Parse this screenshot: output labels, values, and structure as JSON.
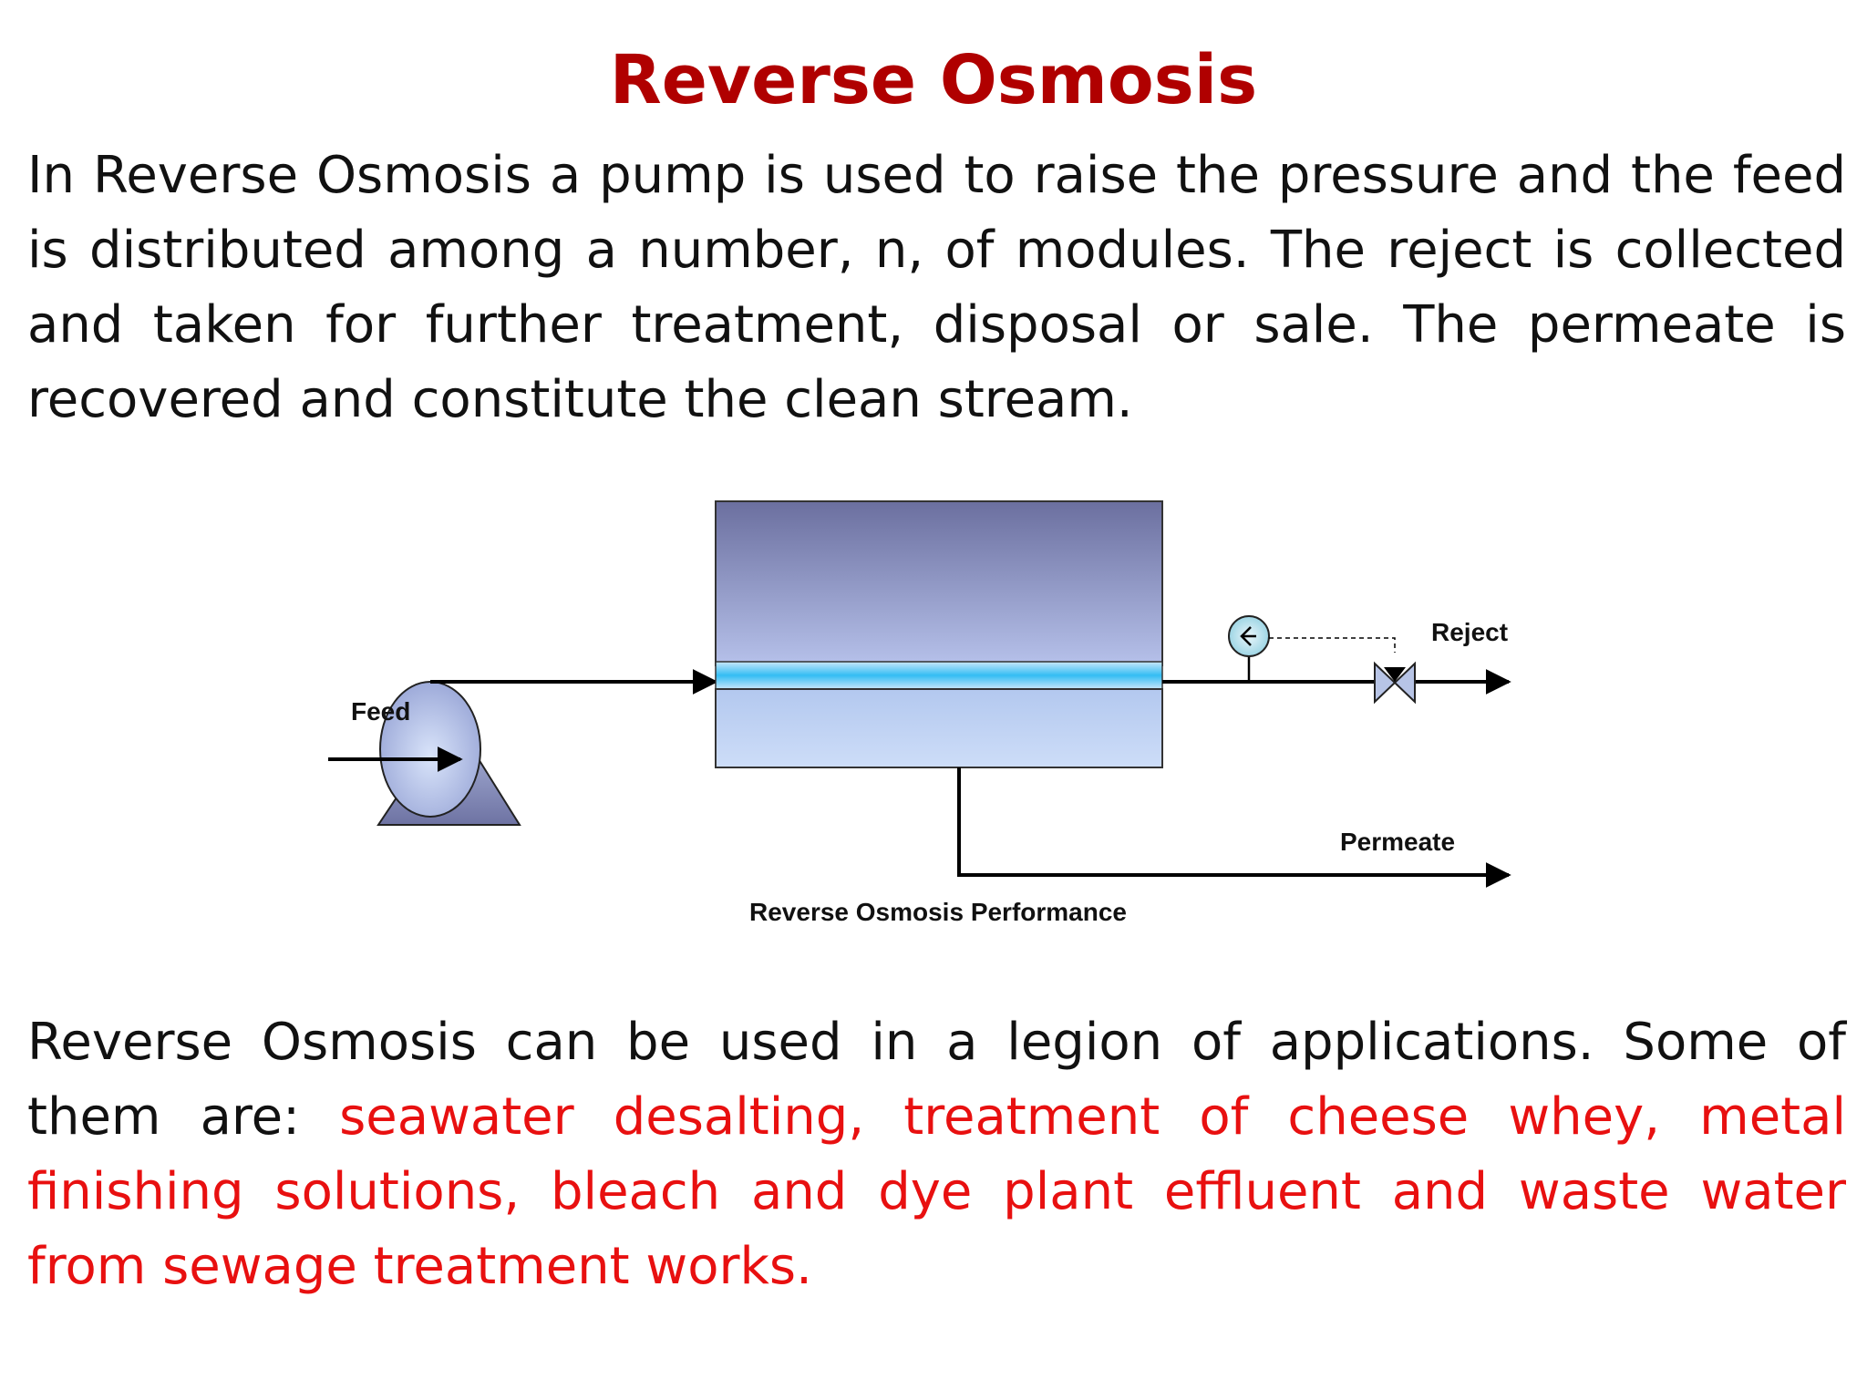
{
  "title": "Reverse Osmosis",
  "intro_text": "In Reverse Osmosis a pump is used to raise the pressure and the feed is distributed among a number, n, of modules. The reject is collected and taken for further treatment, disposal or sale. The permeate is recovered and constitute the clean stream.",
  "diagram": {
    "feed_label": "Feed",
    "reject_label": "Reject",
    "permeate_label": "Permeate",
    "caption": "Reverse Osmosis Performance"
  },
  "applications": {
    "lead_text": "Reverse Osmosis can be used in a legion of applications. Some of them are: ",
    "highlight_text": "seawater desalting, treatment of cheese whey, metal finishing solutions, bleach and dye plant effluent and waste water from sewage treatment works.",
    "highlight_color": "#e81010"
  },
  "colors": {
    "title": "#b00000",
    "body_text": "#111111"
  }
}
